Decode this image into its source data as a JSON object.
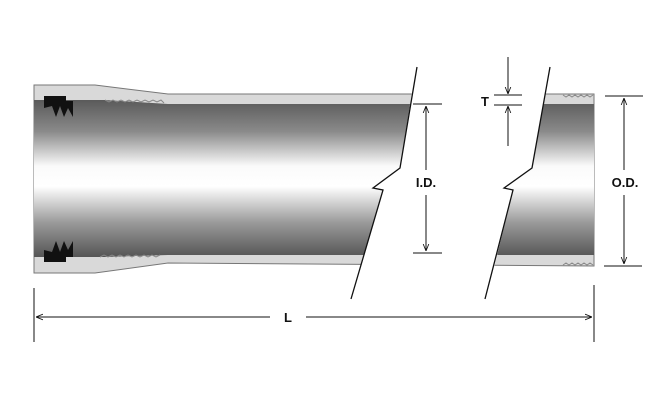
{
  "labels": {
    "inner_diameter": "I.D.",
    "outer_diameter": "O.D.",
    "wall_thickness": "T",
    "length": "L"
  },
  "colors": {
    "pipe_dark": "#5e5e5e",
    "pipe_light": "#ffffff",
    "wall": "#d9d9d9",
    "line": "#111111"
  }
}
